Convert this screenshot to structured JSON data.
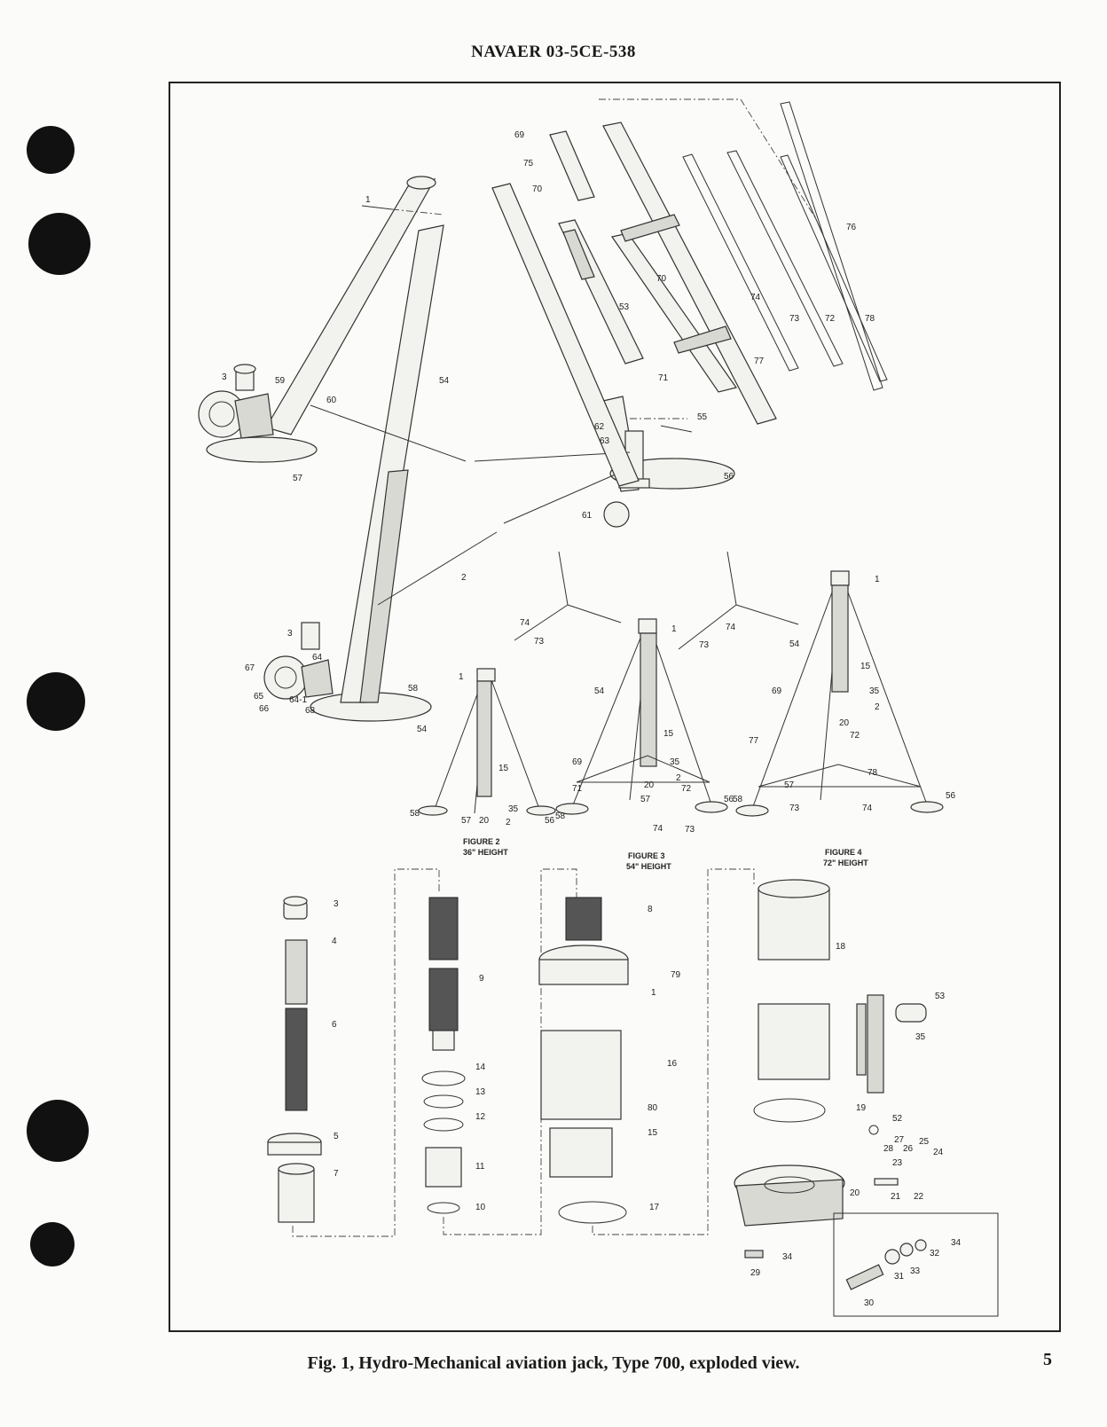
{
  "header": {
    "doc_number": "NAVAER 03-5CE-538"
  },
  "caption": {
    "text": "Fig. 1, Hydro-Mechanical aviation jack, Type 700, exploded view."
  },
  "page_number": "5",
  "figures": {
    "fig2": {
      "title": "FIGURE 2",
      "height": "36\" HEIGHT"
    },
    "fig3": {
      "title": "FIGURE 3",
      "height": "54\" HEIGHT"
    },
    "fig4": {
      "title": "FIGURE 4",
      "height": "72\" HEIGHT"
    }
  },
  "callouts": {
    "main": [
      "1",
      "3",
      "59",
      "60",
      "54",
      "57",
      "2",
      "3",
      "64",
      "67",
      "65",
      "66",
      "64-1",
      "68",
      "58"
    ],
    "kit": [
      "69",
      "75",
      "70",
      "53",
      "70",
      "74",
      "73",
      "72",
      "78",
      "76",
      "71",
      "77",
      "62",
      "63",
      "55",
      "56",
      "61"
    ],
    "fig_small": [
      "74",
      "73",
      "74",
      "73"
    ],
    "fig2": [
      "1",
      "54",
      "15",
      "58",
      "57",
      "20",
      "35",
      "2",
      "56"
    ],
    "fig3": [
      "1",
      "54",
      "15",
      "69",
      "35",
      "2",
      "71",
      "20",
      "72",
      "57",
      "58",
      "74",
      "73",
      "56"
    ],
    "fig4": [
      "1",
      "54",
      "15",
      "69",
      "35",
      "20",
      "2",
      "72",
      "77",
      "78",
      "57",
      "58",
      "73",
      "74",
      "56"
    ],
    "lower": [
      "3",
      "4",
      "6",
      "5",
      "7",
      "9",
      "14",
      "13",
      "12",
      "11",
      "10",
      "8",
      "79",
      "1",
      "16",
      "80",
      "15",
      "17",
      "18",
      "53",
      "35",
      "52",
      "19",
      "27",
      "28",
      "26",
      "25",
      "24",
      "23",
      "21",
      "22",
      "20",
      "34",
      "29",
      "32",
      "34",
      "33",
      "31",
      "30"
    ]
  }
}
